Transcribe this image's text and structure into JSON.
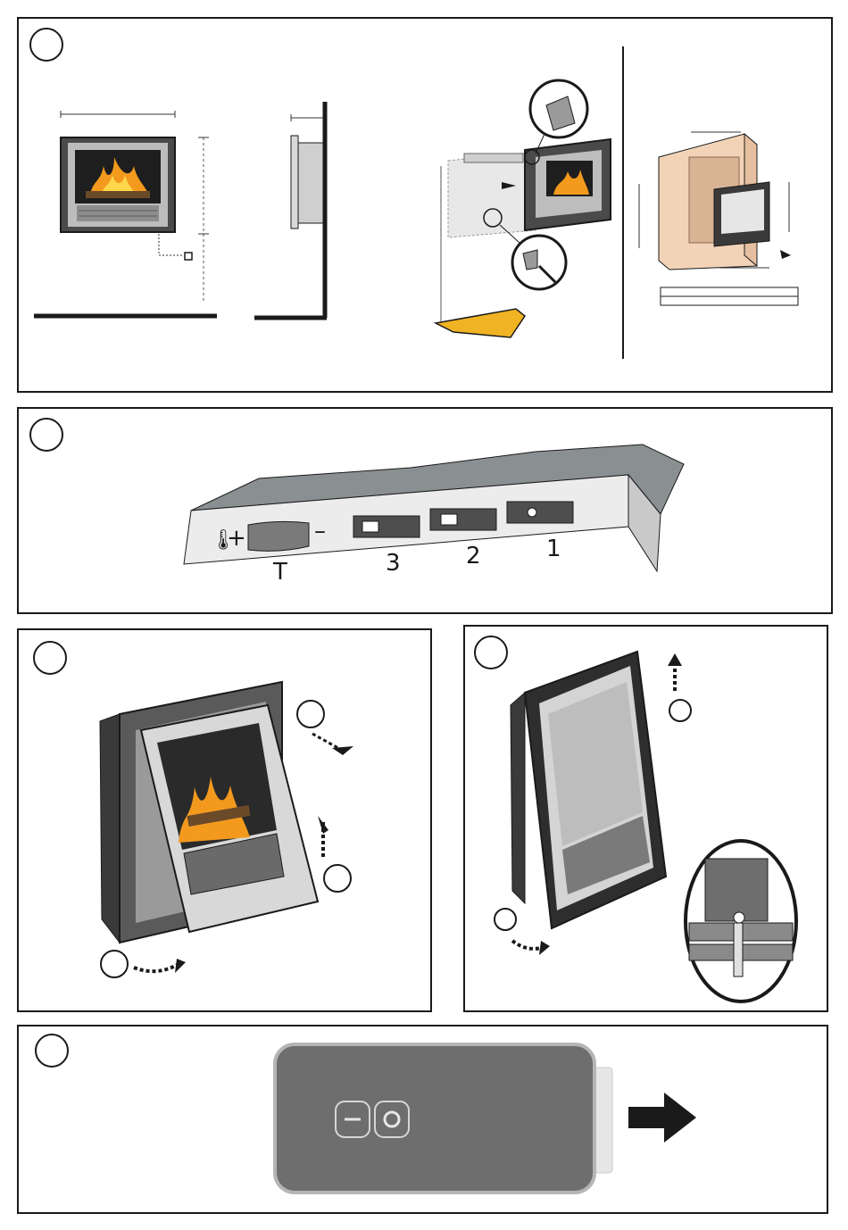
{
  "panel_controls": {
    "thermostat_label": "T",
    "switch_labels": [
      "3",
      "2",
      "1"
    ],
    "plus_sign": "+",
    "minus_sign": "–"
  },
  "colors": {
    "outline": "#1a1a1a",
    "wall_wood": "#f3d3b8",
    "floor_accent": "#f0b323",
    "panel_grey": "#6e6e6e",
    "stone_grey": "#7a7f82"
  },
  "icons": {
    "remote_minus": "minus-button-icon",
    "remote_power": "power-button-icon",
    "direction": "arrow-right-icon",
    "thermometer": "thermometer-icon"
  }
}
